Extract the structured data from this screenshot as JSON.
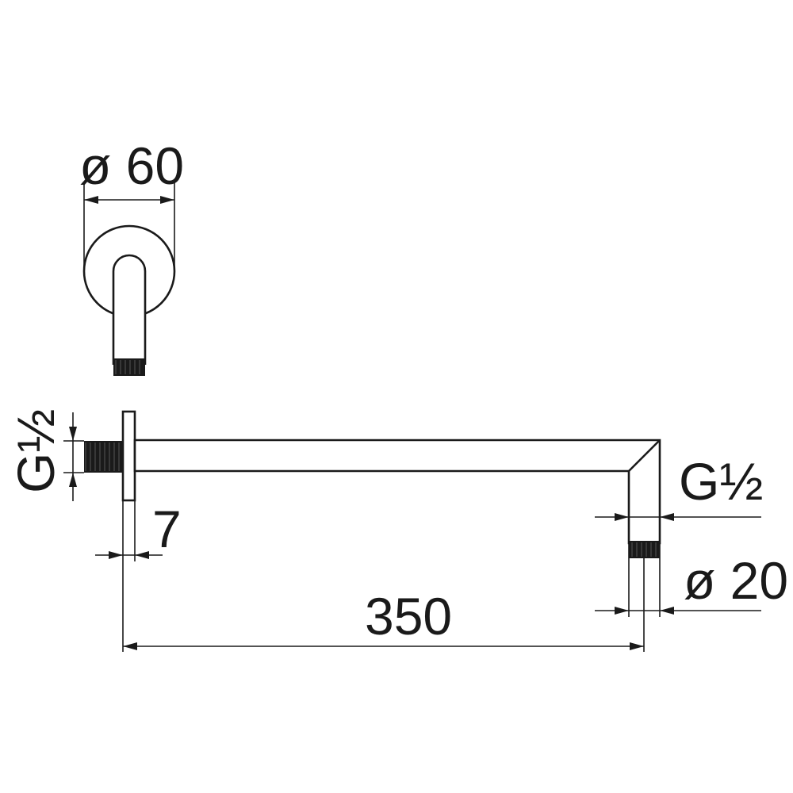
{
  "labels": {
    "flange_diameter": "ø 60",
    "thread_left": "G½",
    "flange_thickness": "7",
    "thread_right": "G½",
    "outlet_diameter": "ø 20",
    "arm_length": "350"
  },
  "colors": {
    "line": "#1a1a1a",
    "background": "#ffffff"
  }
}
